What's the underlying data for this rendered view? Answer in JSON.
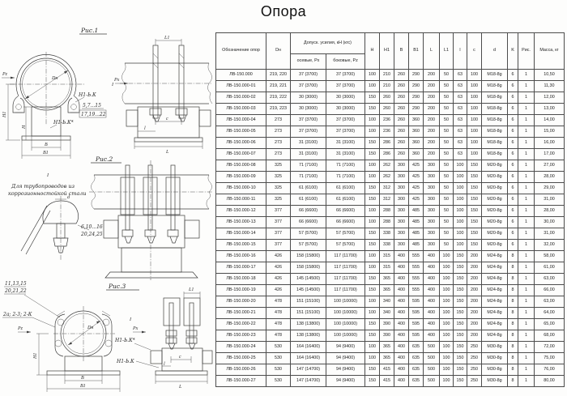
{
  "title": "Опора",
  "annotations": {
    "fig1_label": "Рис.1",
    "fig2_label": "Рис.2",
    "fig3_label": "Рис.3",
    "weld": "Н1-Ь.К",
    "weld_star": "Н1-Ь.К*",
    "items_a": "5,7...15",
    "items_b": "17,19...22",
    "note_line1": "Для трубопроводов из",
    "note_line2": "коррозионностойкой стали",
    "items_c": "6,10...16",
    "items_d": "20,24,25",
    "items_e": "11,13,15",
    "items_f": "20,21,22",
    "items_g": "2а; 2-3; 2-К"
  },
  "dims": {
    "dn": "Dн",
    "h": "H",
    "h1": "H1",
    "b": "B",
    "b1": "B1",
    "l_big": "L",
    "l1": "L1",
    "l_small": "l",
    "c": "c",
    "d": "d",
    "px": "Рх",
    "pz": "Рz",
    "section": "I"
  },
  "table": {
    "headers": {
      "designation": "Обозначение опор",
      "dn": "Dн",
      "forces": "Допуск. усилия, кН (кгс)",
      "axial": "осевые, Рх",
      "lateral": "боковые, Рz",
      "h": "H",
      "h1": "H1",
      "b": "B",
      "b1": "B1",
      "l": "L",
      "l1": "L1",
      "l_small": "l",
      "c": "c",
      "d": "d",
      "k": "K",
      "fig": "Рис.",
      "mass": "Масса, кг"
    },
    "rows": [
      [
        "ЛВ-150.000",
        "219, 220",
        "37 (3700)",
        "37 (3700)",
        "100",
        "210",
        "260",
        "290",
        "200",
        "50",
        "63",
        "100",
        "М18-8g",
        "6",
        "1",
        "10,50"
      ],
      [
        "ЛВ-150.000-01",
        "219, 221",
        "37 (3700)",
        "37 (3700)",
        "100",
        "210",
        "260",
        "290",
        "200",
        "50",
        "63",
        "100",
        "М18-8g",
        "6",
        "1",
        "11,30"
      ],
      [
        "ЛВ-150.000-02",
        "219, 222",
        "30 (3000)",
        "30 (3000)",
        "150",
        "260",
        "260",
        "290",
        "200",
        "50",
        "63",
        "100",
        "М18-8g",
        "6",
        "1",
        "12,00"
      ],
      [
        "ЛВ-150.000-03",
        "219, 223",
        "30 (3000)",
        "30 (3000)",
        "150",
        "260",
        "260",
        "290",
        "200",
        "50",
        "63",
        "100",
        "М18-8g",
        "6",
        "1",
        "13,00"
      ],
      [
        "ЛВ-150.000-04",
        "273",
        "37 (3700)",
        "37 (3700)",
        "100",
        "236",
        "260",
        "360",
        "200",
        "50",
        "63",
        "100",
        "М18-8g",
        "6",
        "1",
        "14,00"
      ],
      [
        "ЛВ-150.000-05",
        "273",
        "37 (3700)",
        "37 (3700)",
        "100",
        "236",
        "260",
        "360",
        "200",
        "50",
        "63",
        "100",
        "М18-8g",
        "6",
        "1",
        "15,00"
      ],
      [
        "ЛВ-150.000-06",
        "273",
        "31 (3100)",
        "31 (3100)",
        "150",
        "286",
        "260",
        "360",
        "200",
        "50",
        "63",
        "100",
        "М18-8g",
        "6",
        "1",
        "16,00"
      ],
      [
        "ЛВ-150.000-07",
        "273",
        "31 (3100)",
        "31 (3100)",
        "150",
        "286",
        "260",
        "360",
        "200",
        "50",
        "63",
        "100",
        "М18-8g",
        "6",
        "1",
        "17,00"
      ],
      [
        "ЛВ-150.000-08",
        "325",
        "71 (7100)",
        "71 (7100)",
        "100",
        "262",
        "300",
        "425",
        "300",
        "50",
        "100",
        "150",
        "М20-8g",
        "6",
        "1",
        "27,00"
      ],
      [
        "ЛВ-150.000-09",
        "325",
        "71 (7100)",
        "71 (7100)",
        "100",
        "262",
        "300",
        "425",
        "300",
        "50",
        "100",
        "150",
        "М20-8g",
        "6",
        "1",
        "28,00"
      ],
      [
        "ЛВ-150.000-10",
        "325",
        "61 (6100)",
        "61 (6100)",
        "150",
        "312",
        "300",
        "425",
        "300",
        "50",
        "100",
        "150",
        "М20-8g",
        "6",
        "1",
        "29,00"
      ],
      [
        "ЛВ-150.000-11",
        "325",
        "61 (6100)",
        "61 (6100)",
        "150",
        "312",
        "300",
        "425",
        "300",
        "50",
        "100",
        "150",
        "М20-8g",
        "6",
        "1",
        "31,00"
      ],
      [
        "ЛВ-150.000-12",
        "377",
        "66 (6600)",
        "66 (6600)",
        "100",
        "288",
        "300",
        "485",
        "300",
        "50",
        "100",
        "150",
        "М20-8g",
        "6",
        "1",
        "28,00"
      ],
      [
        "ЛВ-150.000-13",
        "377",
        "66 (6600)",
        "66 (6600)",
        "100",
        "288",
        "300",
        "485",
        "300",
        "50",
        "100",
        "150",
        "М20-8g",
        "6",
        "1",
        "30,00"
      ],
      [
        "ЛВ-150.000-14",
        "377",
        "57 (5700)",
        "57 (5700)",
        "150",
        "338",
        "300",
        "485",
        "300",
        "50",
        "100",
        "150",
        "М20-8g",
        "6",
        "1",
        "31,00"
      ],
      [
        "ЛВ-150.000-15",
        "377",
        "57 (5700)",
        "57 (5700)",
        "150",
        "338",
        "300",
        "485",
        "300",
        "50",
        "100",
        "150",
        "М20-8g",
        "6",
        "1",
        "32,00"
      ],
      [
        "ЛВ-150.000-16",
        "426",
        "158 (15800)",
        "117 (11700)",
        "100",
        "315",
        "400",
        "555",
        "400",
        "100",
        "150",
        "200",
        "М24-8g",
        "8",
        "1",
        "58,00"
      ],
      [
        "ЛВ-150.000-17",
        "426",
        "158 (15800)",
        "117 (11700)",
        "100",
        "315",
        "400",
        "555",
        "400",
        "100",
        "150",
        "200",
        "М24-8g",
        "8",
        "1",
        "61,00"
      ],
      [
        "ЛВ-150.000-18",
        "426",
        "145 (14500)",
        "117 (11700)",
        "150",
        "365",
        "400",
        "555",
        "400",
        "100",
        "150",
        "200",
        "М24-8g",
        "8",
        "1",
        "63,00"
      ],
      [
        "ЛВ-150.000-19",
        "426",
        "145 (14500)",
        "117 (11700)",
        "150",
        "365",
        "400",
        "555",
        "400",
        "100",
        "150",
        "200",
        "М24-8g",
        "8",
        "1",
        "66,00"
      ],
      [
        "ЛВ-150.000-20",
        "478",
        "151 (15100)",
        "100 (10000)",
        "100",
        "340",
        "400",
        "595",
        "400",
        "100",
        "150",
        "200",
        "М24-8g",
        "8",
        "1",
        "63,00"
      ],
      [
        "ЛВ-150.000-21",
        "478",
        "151 (15100)",
        "100 (10000)",
        "100",
        "340",
        "400",
        "595",
        "400",
        "100",
        "150",
        "200",
        "М24-8g",
        "8",
        "1",
        "64,00"
      ],
      [
        "ЛВ-150.000-22",
        "478",
        "138 (13800)",
        "100 (10000)",
        "150",
        "390",
        "400",
        "595",
        "400",
        "100",
        "150",
        "200",
        "М24-8g",
        "8",
        "1",
        "65,00"
      ],
      [
        "ЛВ-150.000-23",
        "478",
        "138 (13800)",
        "100 (10000)",
        "150",
        "390",
        "400",
        "595",
        "400",
        "100",
        "150",
        "200",
        "М24-8g",
        "8",
        "1",
        "68,00"
      ],
      [
        "ЛВ-150.000-24",
        "530",
        "164 (16400)",
        "94 (9400)",
        "100",
        "365",
        "400",
        "635",
        "500",
        "100",
        "150",
        "250",
        "М30-8g",
        "8",
        "1",
        "72,00"
      ],
      [
        "ЛВ-150.000-25",
        "530",
        "164 (16400)",
        "94 (9400)",
        "100",
        "365",
        "400",
        "635",
        "500",
        "100",
        "150",
        "250",
        "М30-8g",
        "8",
        "1",
        "75,00"
      ],
      [
        "ЛВ-150.000-26",
        "530",
        "147 (14700)",
        "94 (9400)",
        "150",
        "415",
        "400",
        "635",
        "500",
        "100",
        "150",
        "250",
        "М30-8g",
        "8",
        "1",
        "76,00"
      ],
      [
        "ЛВ-150.000-27",
        "530",
        "147 (14700)",
        "94 (9400)",
        "150",
        "415",
        "400",
        "635",
        "500",
        "100",
        "150",
        "250",
        "М30-8g",
        "8",
        "1",
        "80,00"
      ]
    ]
  }
}
